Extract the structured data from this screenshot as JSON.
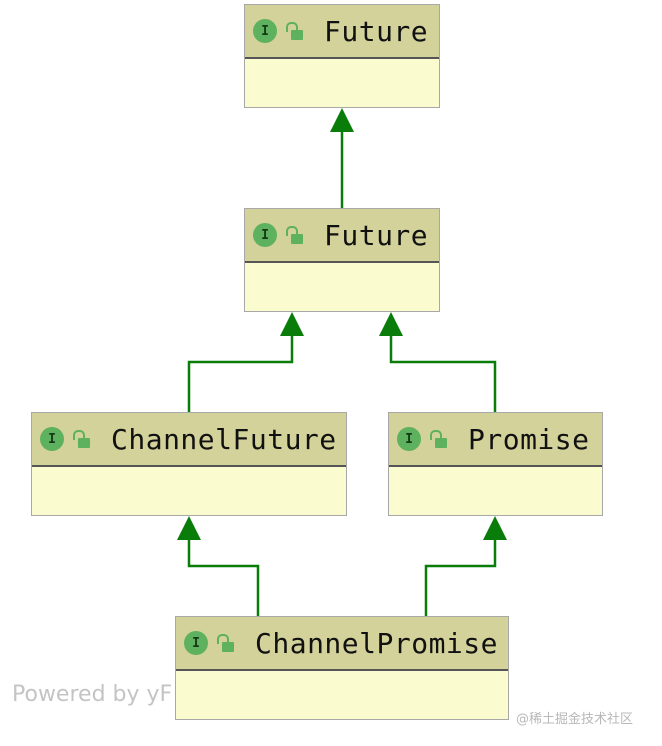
{
  "nodes": [
    {
      "id": "future-top",
      "stereotype": "I",
      "name": "Future"
    },
    {
      "id": "future-mid",
      "stereotype": "I",
      "name": "Future"
    },
    {
      "id": "channel-future",
      "stereotype": "I",
      "name": "ChannelFuture"
    },
    {
      "id": "promise",
      "stereotype": "I",
      "name": "Promise"
    },
    {
      "id": "channel-promise",
      "stereotype": "I",
      "name": "ChannelPromise"
    }
  ],
  "edges": [
    {
      "from": "future-mid",
      "to": "future-top",
      "type": "extends"
    },
    {
      "from": "channel-future",
      "to": "future-mid",
      "type": "extends"
    },
    {
      "from": "promise",
      "to": "future-mid",
      "type": "extends"
    },
    {
      "from": "channel-promise",
      "to": "channel-future",
      "type": "extends"
    },
    {
      "from": "channel-promise",
      "to": "promise",
      "type": "extends"
    }
  ],
  "colors": {
    "edge": "#0a7c0a",
    "header": "#d2d29a",
    "body": "#fbfbd0",
    "badge": "#5eb15e"
  },
  "watermark": {
    "left": "Powered by yF",
    "right": "@稀土掘金技术社区"
  }
}
